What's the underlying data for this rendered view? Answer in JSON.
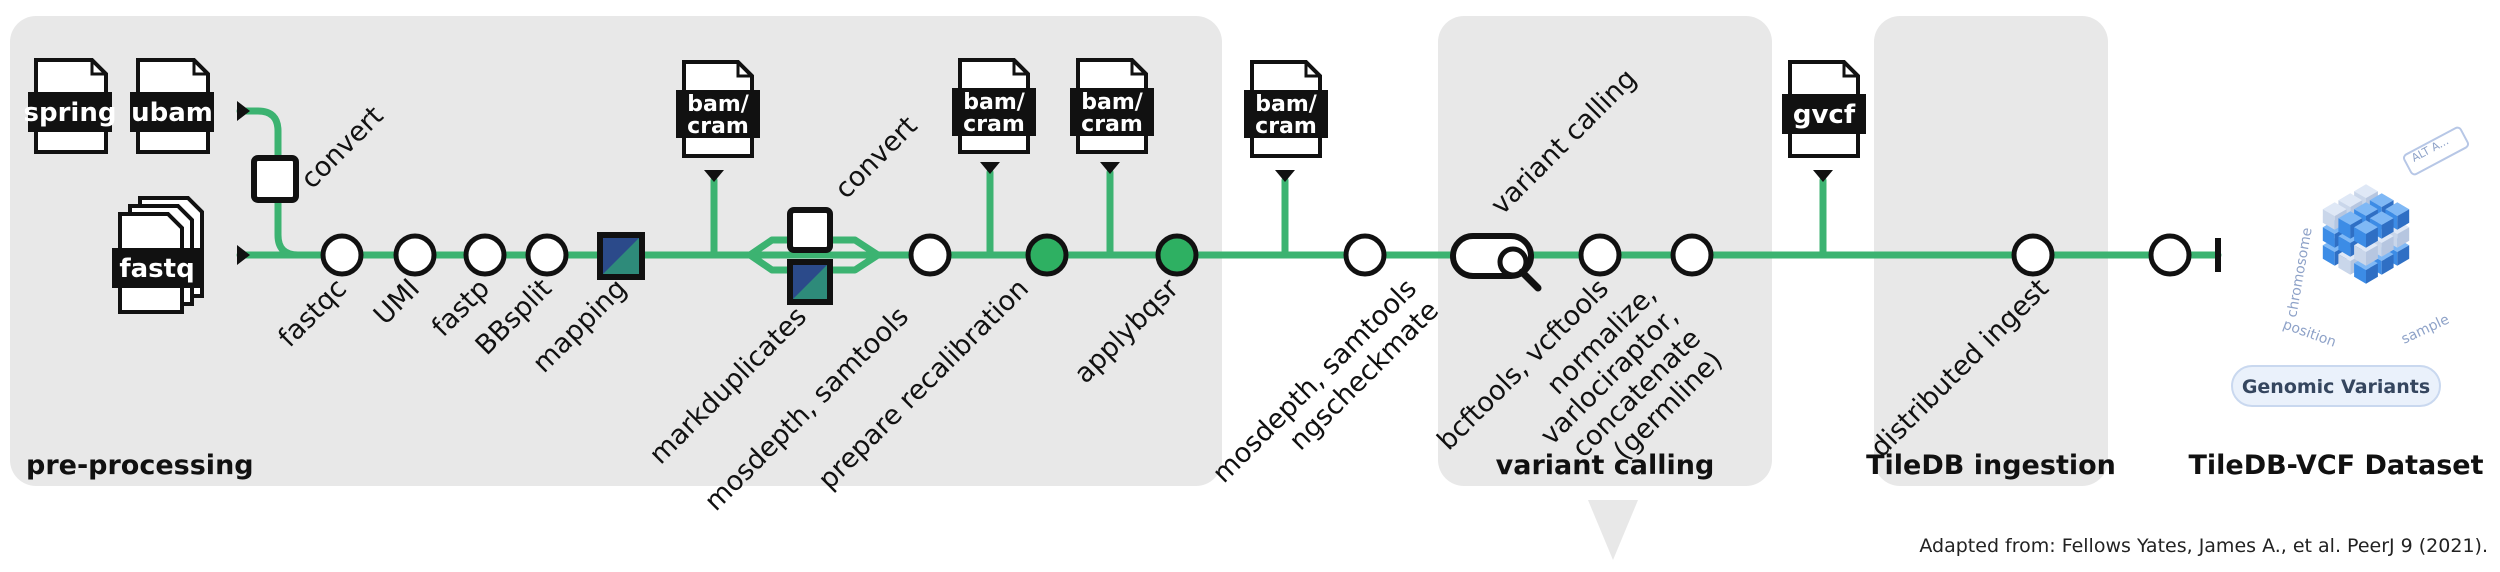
{
  "colors": {
    "line": "#3cb371",
    "panel": "#e8e8e8",
    "node_fill": "#ffffff",
    "node_filled": "#2eb062",
    "mapping_dark": "#2b4a8a",
    "mapping_teal": "#2e8b7a",
    "cube_blue": "#3c8ce6"
  },
  "sections": {
    "preprocessing": "pre-processing",
    "variant_calling": "variant calling",
    "tiledb_ingestion": "TileDB ingestion",
    "dataset": "TileDB-VCF Dataset"
  },
  "files": {
    "spring": "spring",
    "ubam": "ubam",
    "fastq": "fastq",
    "bam1": [
      "bam/",
      "cram"
    ],
    "bam2": [
      "bam/",
      "cram"
    ],
    "bam3": [
      "bam/",
      "cram"
    ],
    "bam4": [
      "bam/",
      "cram"
    ],
    "gvcf": "gvcf"
  },
  "steps": {
    "convert_top": "convert",
    "convert_mid": "convert",
    "fastqc": "fastqc",
    "umi": "UMI",
    "fastp": "fastp",
    "bbsplit": "BBsplit",
    "mapping": "mapping",
    "markduplicates": "markduplicates",
    "mosdepth_samtools": "mosdepth, samtools",
    "prepare_recal": "prepare recalibration",
    "applybqsr": "applybqsr",
    "qc_line1": "mosdepth, samtools",
    "qc_line2": "ngscheckmate",
    "variant_calling": "variant calling",
    "bcftools": "bcftools, vcftools",
    "norm_line1": "normalize,",
    "norm_line2": "varlociraptor,",
    "norm_line3": "concatenate",
    "norm_line4": "(germline)",
    "distributed_ingest": "distributed ingest"
  },
  "cube": {
    "badge": "Genomic Variants",
    "axis_chromosome": "chromosome",
    "axis_position": "position",
    "axis_sample": "sample",
    "tag": "ALT A..."
  },
  "credit": "Adapted from: Fellows Yates, James A., et al.  PeerJ 9 (2021)."
}
